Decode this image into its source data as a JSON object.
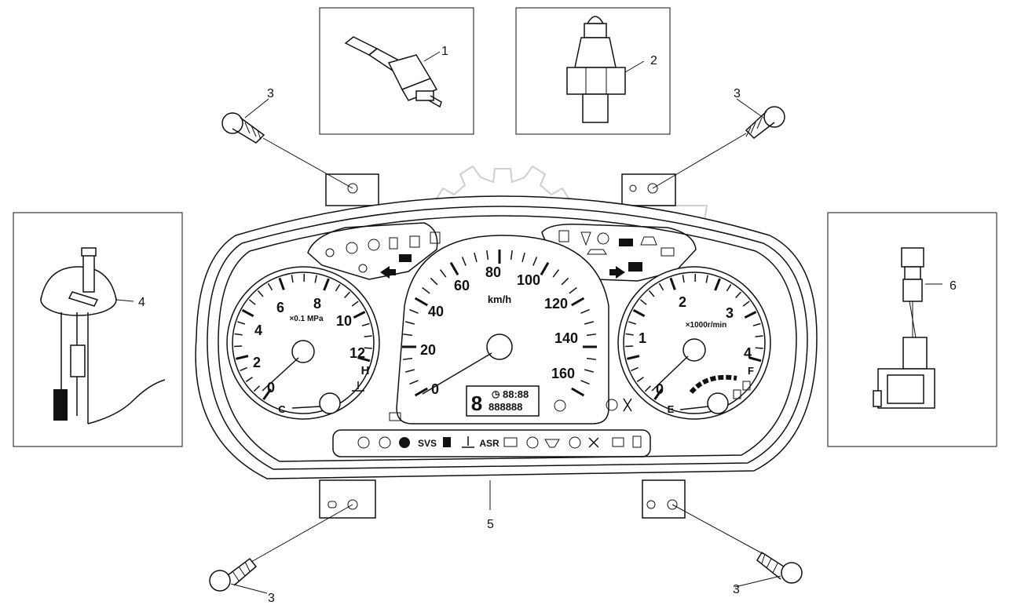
{
  "callouts": {
    "c1": "1",
    "c2": "2",
    "c3a": "3",
    "c3b": "3",
    "c3c": "3",
    "c3d": "3",
    "c4": "4",
    "c5": "5",
    "c6": "6"
  },
  "left_gauge": {
    "ticks": [
      "0",
      "2",
      "4",
      "6",
      "8",
      "10",
      "12"
    ],
    "unit": "×0.1 MPa",
    "temp_cold": "C",
    "temp_hot": "H"
  },
  "speedometer": {
    "ticks": [
      "0",
      "20",
      "40",
      "60",
      "80",
      "100",
      "120",
      "140",
      "160"
    ],
    "unit": "km/h",
    "odometer_top": "88:88",
    "odometer_bottom": "888888",
    "gear_digit": "8"
  },
  "tachometer": {
    "ticks": [
      "0",
      "1",
      "2",
      "3",
      "4"
    ],
    "unit": "×1000r/min",
    "fuel_empty": "E",
    "fuel_full": "F"
  },
  "indicator_strip": {
    "svs": "SVS",
    "asr": "ASR"
  },
  "colors": {
    "line": "#111111",
    "watermark": "#cfcfcf"
  }
}
